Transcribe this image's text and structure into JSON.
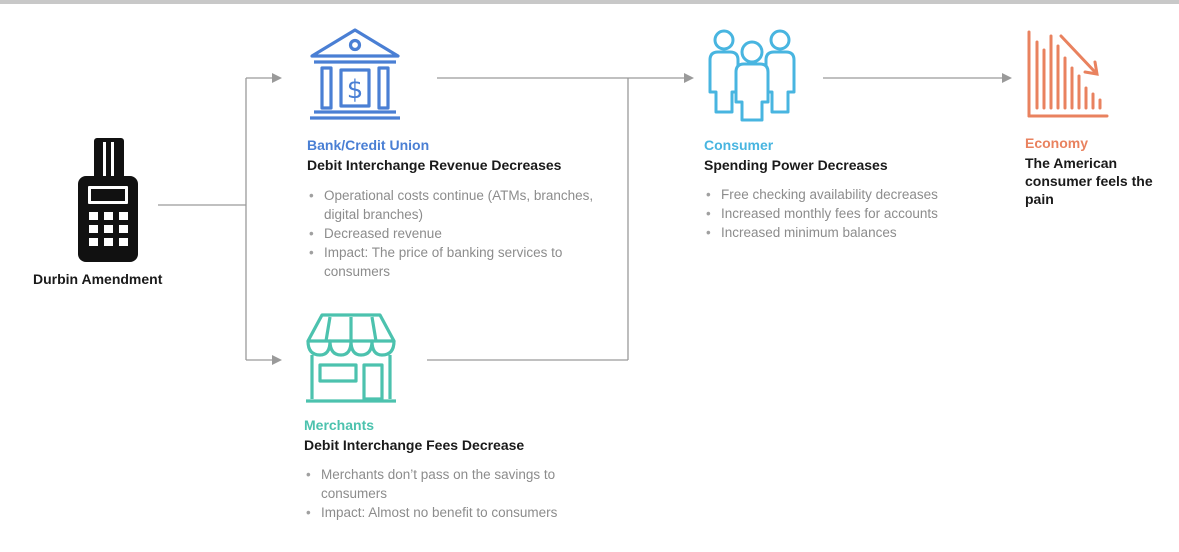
{
  "start": {
    "label": "Durbin Amendment",
    "icon": "payment-terminal-icon"
  },
  "bank": {
    "title": "Bank/Credit Union",
    "subtitle": "Debit Interchange Revenue Decreases",
    "icon": "bank-icon",
    "color": "#4a7fd4",
    "bullets": [
      "Operational costs continue (ATMs, branches, digital branches)",
      "Decreased revenue",
      "Impact: The price of banking services to consumers"
    ]
  },
  "merchants": {
    "title": "Merchants",
    "subtitle": "Debit Interchange Fees Decrease",
    "icon": "storefront-icon",
    "color": "#4cc2ae",
    "bullets": [
      "Merchants don’t pass on the savings to consumers",
      "Impact: Almost no benefit to consumers"
    ]
  },
  "consumer": {
    "title": "Consumer",
    "subtitle": "Spending Power Decreases",
    "icon": "people-group-icon",
    "color": "#48b5e0",
    "bullets": [
      "Free checking availability decreases",
      "Increased monthly fees for accounts",
      "Increased minimum balances"
    ]
  },
  "economy": {
    "title": "Economy",
    "subtitle": "The American consumer feels the pain",
    "icon": "declining-chart-icon",
    "color": "#e9825f"
  }
}
